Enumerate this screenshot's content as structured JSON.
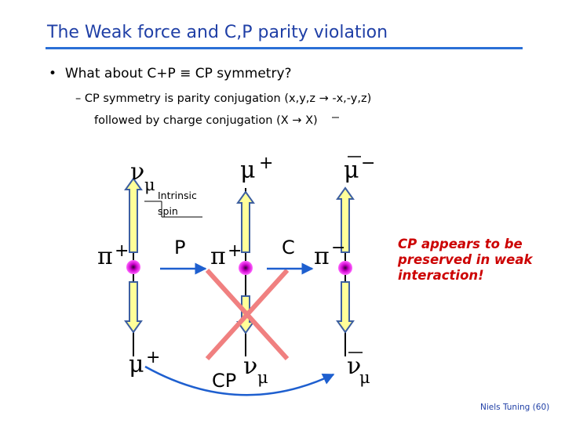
{
  "title": "The Weak force and C,P parity violation",
  "bullet": "What about C+P ≡ CP symmetry?",
  "sub_bullet_1": "– CP symmetry is parity conjugation (x,y,z → -x,-y,z)",
  "sub_bullet_2": "followed by charge conjugation (X → X)",
  "diagram": {
    "left": {
      "neutrino": "ν",
      "neutrino_sub": "μ",
      "pion": "π",
      "pion_charge": "+",
      "muon": "μ",
      "muon_charge": "+",
      "annotation": "Intrinsic spin"
    },
    "middle": {
      "muon": "μ",
      "muon_charge": "+",
      "pion": "π",
      "pion_charge": "+",
      "neutrino": "ν",
      "neutrino_sub": "μ"
    },
    "right": {
      "muon": "μ",
      "muon_charge": "−",
      "pion": "π",
      "pion_charge": "−",
      "neutrino": "ν",
      "neutrino_sub": "μ"
    },
    "label_p": "P",
    "label_c": "C",
    "label_cp": "CP"
  },
  "conclusion": "CP appears to be preserved in weak interaction!",
  "footer": "Niels Tuning (60)",
  "colors": {
    "title": "#1f3fa6",
    "rule": "#2a6fd6",
    "arrow_fill": "#ffff99",
    "arrow_stroke": "#3d5fa0",
    "pion_fill": "#cc00cc",
    "transform_arrow": "#1e5fcf",
    "cross": "#f08080",
    "conclusion": "#cc0000"
  }
}
